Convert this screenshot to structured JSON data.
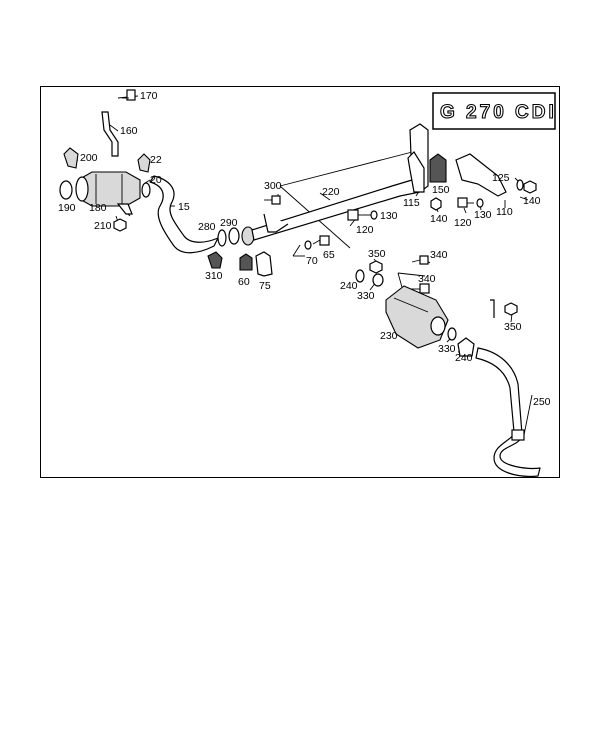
{
  "model_badge": "G 270 CDI",
  "labels": {
    "p170": "170",
    "p160": "160",
    "p200": "200",
    "p22": "22",
    "p20": "20",
    "p190": "190",
    "p180": "180",
    "p15": "15",
    "p210": "210",
    "p300": "300",
    "p220": "220",
    "p280": "280",
    "p290": "290",
    "p310": "310",
    "p60": "60",
    "p75": "75",
    "p70": "70",
    "p65": "65",
    "p120a": "120",
    "p130a": "130",
    "p115": "115",
    "p150": "150",
    "p140a": "140",
    "p125": "125",
    "p120b": "120",
    "p130b": "130",
    "p110": "110",
    "p140b": "140",
    "p350a": "350",
    "p340a": "340",
    "p340b": "340",
    "p240a": "240",
    "p330a": "330",
    "p230": "230",
    "p330b": "330",
    "p240b": "240",
    "p350b": "350",
    "p250": "250"
  }
}
